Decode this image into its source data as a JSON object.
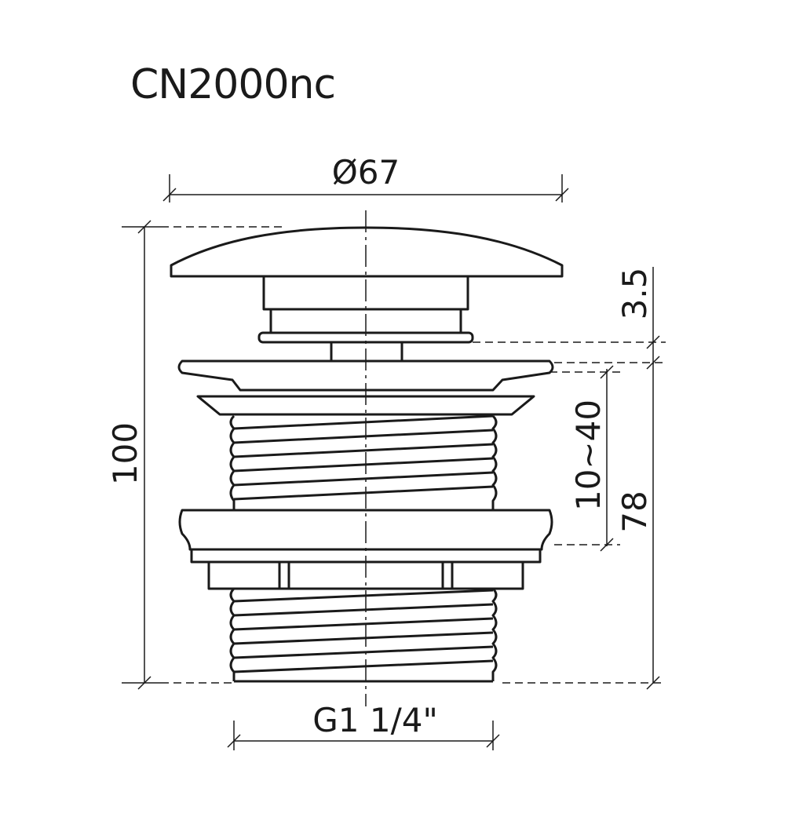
{
  "title": "CN2000nc",
  "dimensions": {
    "diameter": "Ø67",
    "total_height": "100",
    "gap": "3.5",
    "clamp_range": "10~40",
    "body_height": "78",
    "thread": "G1 1/4\""
  },
  "colors": {
    "line": "#1a1a1a",
    "background": "#ffffff"
  }
}
